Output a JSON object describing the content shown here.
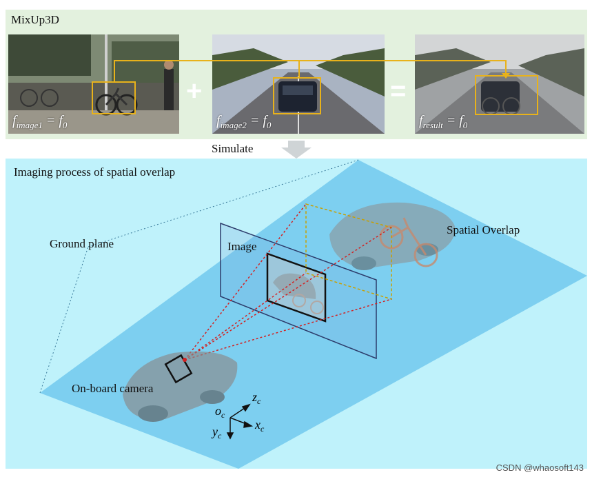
{
  "top": {
    "title": "MixUp3D",
    "formula1": {
      "base": "f",
      "sub": "image1",
      "rhs": "= f",
      "rhs_sub": "0"
    },
    "formula2": {
      "base": "f",
      "sub": "image2",
      "rhs": "= f",
      "rhs_sub": "0"
    },
    "formula3": {
      "base": "f",
      "sub": "result",
      "rhs": "= f",
      "rhs_sub": "0"
    },
    "plus": "+",
    "equals": "="
  },
  "simulate": "Simulate",
  "bottom": {
    "title": "Imaging process of spatial overlap",
    "labels": {
      "ground_plane": "Ground plane",
      "image": "Image",
      "spatial_overlap": "Spatial Overlap",
      "camera": "On-board camera"
    },
    "axes": {
      "origin": "o",
      "origin_sub": "c",
      "z": "z",
      "z_sub": "c",
      "x": "x",
      "x_sub": "c",
      "y": "y",
      "y_sub": "c"
    }
  },
  "colors": {
    "top_bg": "#e3f1de",
    "bottom_bg": "#bff2fb",
    "plane": "#7dcff0",
    "box": "#e8b21b",
    "ray": "#d42020"
  },
  "watermark": "CSDN @whaosoft143"
}
